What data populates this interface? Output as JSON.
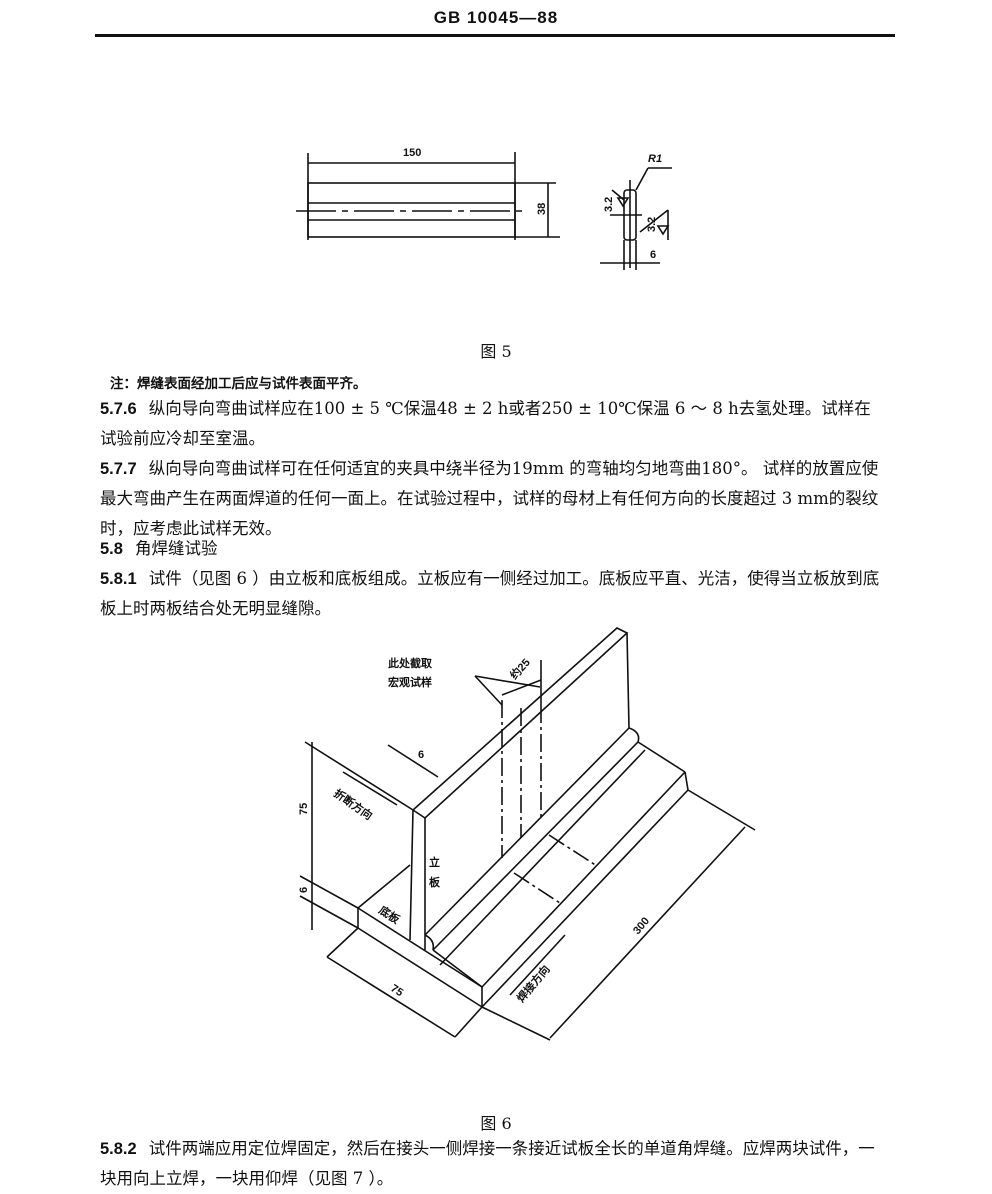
{
  "header": {
    "standard": "GB 10045—88"
  },
  "figure5": {
    "caption": "图 5",
    "dim_length": "150",
    "dim_width": "38",
    "radius": "R1",
    "dim_depth_a": "3.2",
    "dim_depth_b": "3.2",
    "dim_thickness": "6"
  },
  "note": "注：焊缝表面经加工后应与试件表面平齐。",
  "paragraphs": [
    {
      "num": "5.7.6",
      "text": "纵向导向弯曲试样应在100 ± 5 ℃保温48 ± 2 h或者250 ± 10℃保温 6 ～ 8 h去氢处理。试样在试验前应冷却至室温。"
    },
    {
      "num": "5.7.7",
      "text": "纵向导向弯曲试样可在任何适宜的夹具中绕半径为19mm 的弯轴均匀地弯曲180°。 试样的放置应使最大弯曲产生在两面焊道的任何一面上。在试验过程中，试样的母材上有任何方向的长度超过 3 mm的裂纹时，应考虑此试样无效。"
    },
    {
      "num": "5.8",
      "text": "角焊缝试验"
    },
    {
      "num": "5.8.1",
      "text": "试件（见图 6 ）由立板和底板组成。立板应有一侧经过加工。底板应平直、光洁，使得当立板放到底板上时两板结合处无明显缝隙。"
    }
  ],
  "figure6": {
    "caption": "图 6",
    "macro_label_1": "此处截取",
    "macro_label_2": "宏观试样",
    "dim_macro": "约25",
    "dim_upright_thickness": "6",
    "dim_height": "75",
    "dim_base_thickness": "6",
    "break_direction": "折断方向",
    "upright_label_1": "立",
    "upright_label_2": "板",
    "base_label": "底板",
    "dim_base_width": "75",
    "dim_length": "300",
    "weld_direction": "焊接方向"
  },
  "paragraph_last": {
    "num": "5.8.2",
    "text": "试件两端应用定位焊固定，然后在接头一侧焊接一条接近试板全长的单道角焊缝。应焊两块试件，一块用向上立焊，一块用仰焊（见图 7 ）。"
  }
}
